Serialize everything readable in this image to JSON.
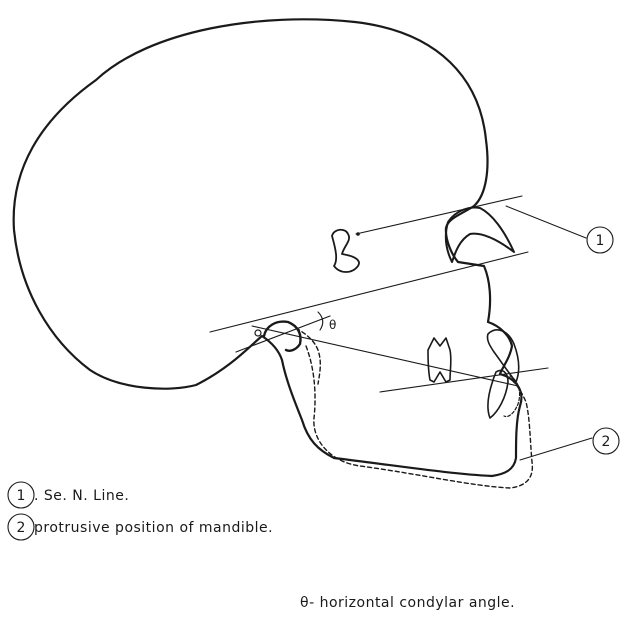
{
  "figure": {
    "callouts": [
      {
        "id": "1",
        "label": "1"
      },
      {
        "id": "2",
        "label": "2"
      }
    ],
    "angle_symbol": "θ",
    "legend": [
      {
        "number": "1",
        "text": ". Se. N. Line."
      },
      {
        "number": "2",
        "text": " protrusive position of mandible."
      }
    ],
    "angle_caption": "θ- horizontal condylar angle."
  },
  "colors": {
    "ink": "#1a1a1a",
    "background": "#ffffff"
  }
}
